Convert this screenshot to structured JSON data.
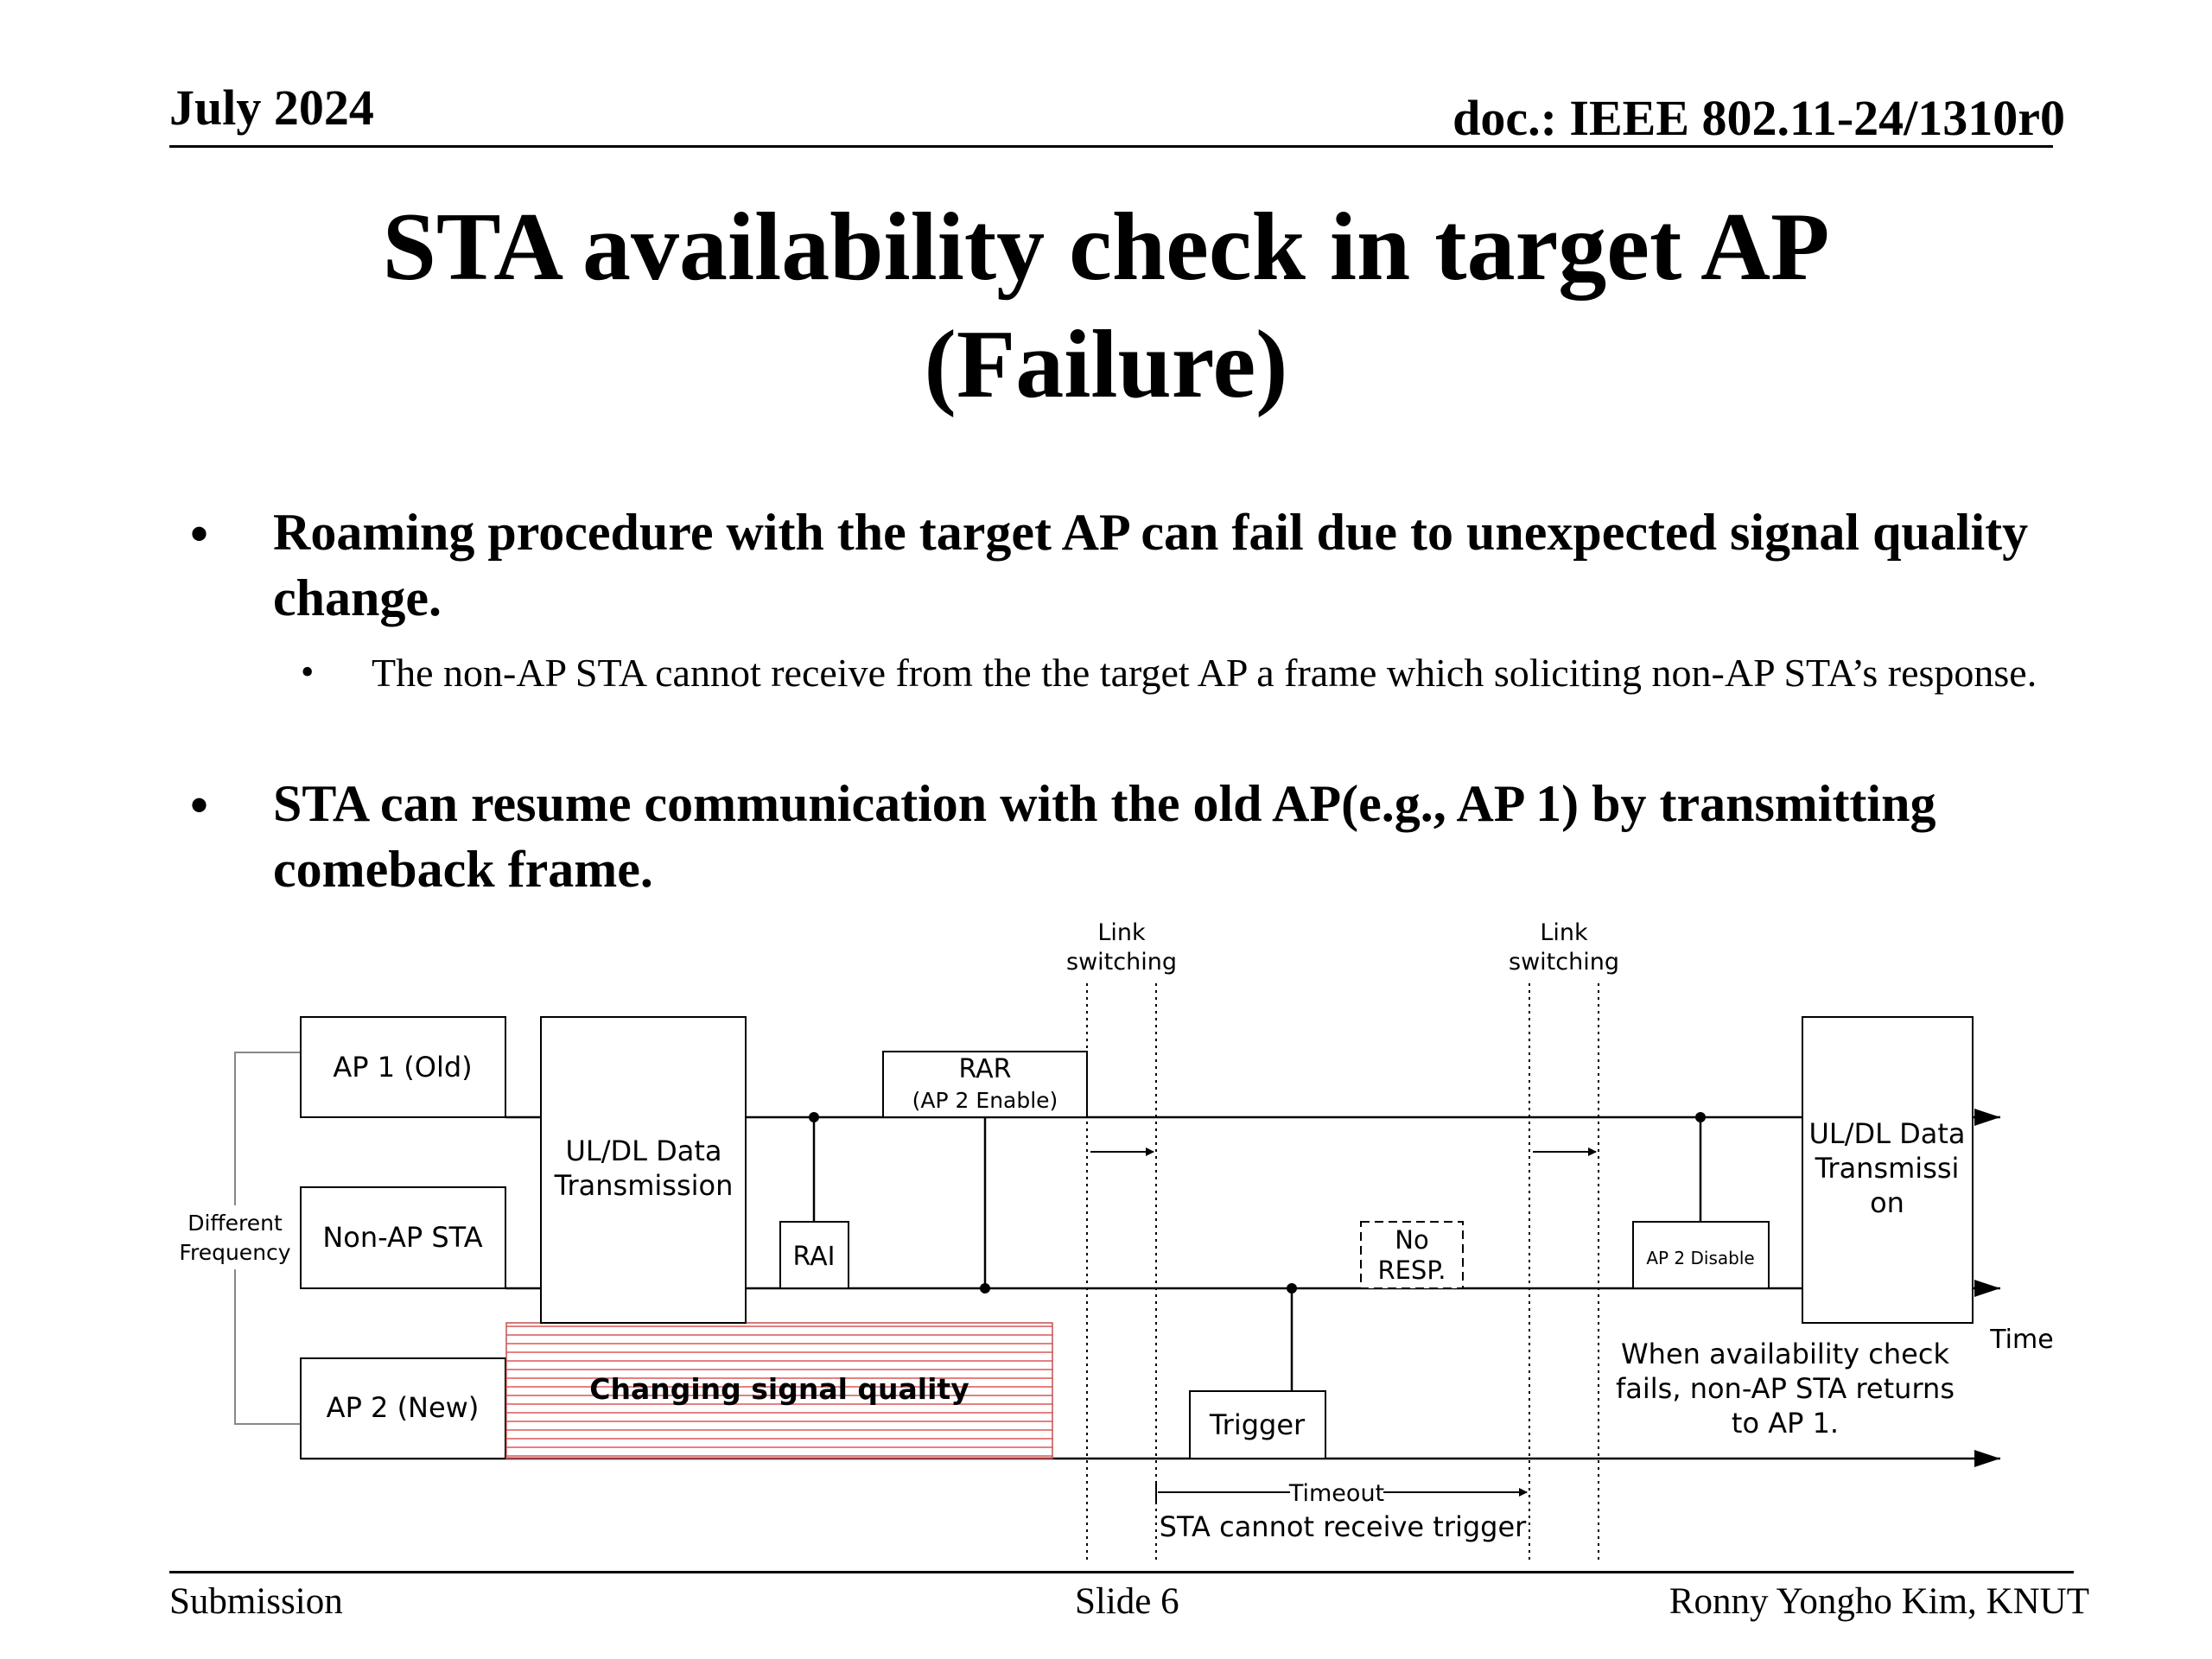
{
  "header": {
    "date": "July 2024",
    "doc": "doc.: IEEE 802.11-24/1310r0"
  },
  "title": {
    "line1": "STA availability check in target AP",
    "line2": "(Failure)"
  },
  "bullets": {
    "b1": "Roaming procedure with the target AP can fail due to unexpected signal quality change.",
    "b1_sub": "The non-AP STA cannot receive from the the target AP a frame which soliciting non-AP STA’s response.",
    "b2": "STA can resume communication with the old AP(e.g., AP 1) by transmitting comeback frame.",
    "marker": "•"
  },
  "diagram": {
    "link_switching_1": [
      "Link",
      "switching"
    ],
    "link_switching_2": [
      "Link",
      "switching"
    ],
    "ap1": "AP 1 (Old)",
    "non_ap_sta": "Non-AP STA",
    "ap2": "AP 2 (New)",
    "different_frequency": [
      "Different",
      "Frequency"
    ],
    "uldl_left": [
      "UL/DL Data",
      "Transmission"
    ],
    "rar": "RAR",
    "rar_sub": "(AP 2 Enable)",
    "rai": "RAI",
    "changing_signal": "Changing signal quality",
    "no_resp": [
      "No",
      "RESP."
    ],
    "trigger": "Trigger",
    "timeout": "Timeout",
    "cannot_receive": "STA cannot receive trigger",
    "ap2_disable": "AP 2 Disable",
    "uldl_right": [
      "UL/DL Data",
      "Transmissi",
      "on"
    ],
    "time": "Time",
    "note": [
      "When availability check",
      "fails, non-AP STA returns",
      "to AP 1."
    ],
    "hatch_color": "#e06060"
  },
  "footer": {
    "left": "Submission",
    "center": "Slide 6",
    "right": "Ronny Yongho Kim, KNUT"
  }
}
